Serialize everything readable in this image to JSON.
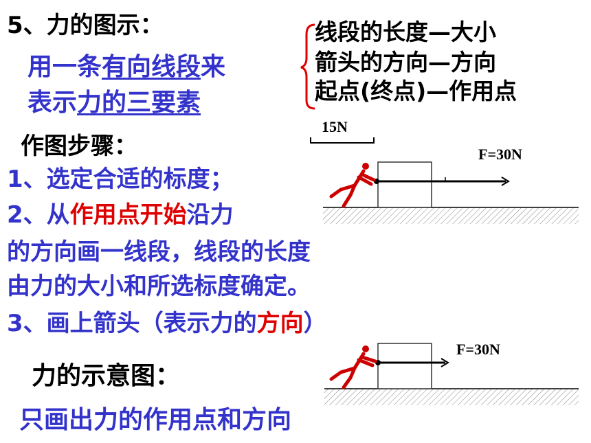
{
  "heading": "5、力的图示：",
  "intro": {
    "line1_a": "用一条",
    "line1_b": "有向线段",
    "line1_c": "来",
    "line2_a": "表示",
    "line2_b": "力的三要素"
  },
  "mapping": [
    "线段的长度—大小",
    "箭头的方向—方向",
    "起点(终点)—作用点"
  ],
  "steps_title": "作图步骤：",
  "steps": {
    "s1": "1、选定合适的标度；",
    "s2_a": "2、从",
    "s2_b": "作用点开始",
    "s2_c": "沿力",
    "s2_line2": "的方向画一线段，线段的长度",
    "s2_line3": "由力的大小和所选标度确定。",
    "s3_a": "3、画上箭头（表示力的",
    "s3_b": "方向",
    "s3_c": "）"
  },
  "diagram1": {
    "scale_label": "15N",
    "force_label": "F=30N"
  },
  "sketch_title": "力的示意图：",
  "sketch_desc": "只画出力的作用点和方向",
  "diagram2": {
    "force_label": "F=30N"
  },
  "colors": {
    "blue_text": "#3333cc",
    "red_text": "#e00000",
    "bracket": "#e00000"
  }
}
